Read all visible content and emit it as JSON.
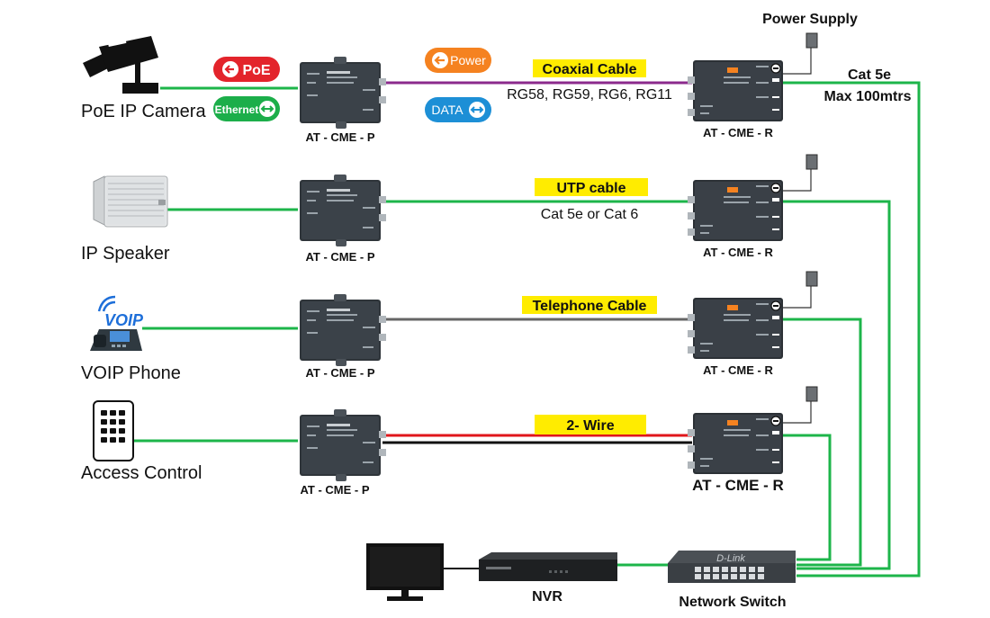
{
  "title": "Power Supply",
  "uplink": {
    "cable": "Cat 5e",
    "distance": "Max 100mtrs"
  },
  "badges": {
    "poe": "PoE",
    "ethernet": "Ethernet",
    "power": "Power",
    "data": "DATA"
  },
  "rows": [
    {
      "device": "PoE IP Camera",
      "device_icon": "cctv-camera-icon",
      "transmitter": "AT - CME - P",
      "receiver": "AT - CME - R",
      "cable": "Coaxial Cable",
      "cable_note": "RG58, RG59, RG6, RG11"
    },
    {
      "device": "IP Speaker",
      "device_icon": "speaker-icon",
      "transmitter": "AT - CME - P",
      "receiver": "AT - CME - R",
      "cable": "UTP cable",
      "cable_note": "Cat 5e or Cat 6"
    },
    {
      "device": "VOIP Phone",
      "device_icon": "voip-phone-icon",
      "voip_label": "VOIP",
      "transmitter": "AT - CME - P",
      "receiver": "AT - CME - R",
      "cable": "Telephone Cable"
    },
    {
      "device": "Access Control",
      "device_icon": "keypad-icon",
      "transmitter": "AT - CME - P",
      "receiver": "AT - CME - R",
      "cable": "2- Wire"
    }
  ],
  "nvr": {
    "label": "NVR",
    "icon": "nvr-icon",
    "monitor_icon": "monitor-icon"
  },
  "switch": {
    "label": "Network Switch",
    "icon": "network-switch-icon",
    "brand": "D-Link"
  },
  "colors": {
    "green": "#1db54a",
    "coax": "#8b2a8c",
    "telephone": "#666666",
    "two_wire_red": "#e0161b",
    "two_wire_black": "#111111",
    "highlight": "#ffec00",
    "poe_red": "#e3242b",
    "ethernet_green": "#1cae4a",
    "power_orange": "#f58220",
    "data_blue": "#1d8fd6"
  }
}
